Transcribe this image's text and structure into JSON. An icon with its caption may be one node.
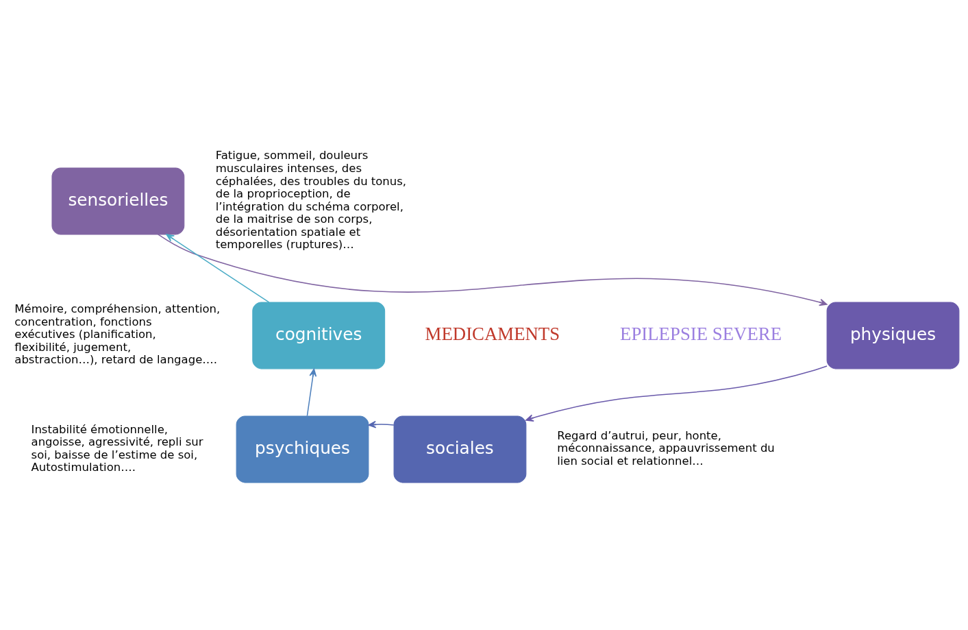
{
  "diagram": {
    "nodes": [
      {
        "text": [
          "sensorielles"
        ],
        "beside": [
          "Fatigue, sommeil, douleurs musculaires intenses, des céphalées, des troubles du tonus, de la proprioception, de l’intégration du schéma corporel, de la maitrise de son corps, désorientation spatiale et temporelles (ruptures)…"
        ]
      },
      {
        "text": [
          "physiques"
        ]
      },
      {
        "text": [
          "sociales"
        ],
        "beside": [
          "Regard d’autrui, peur, honte, méconnaissance, appauvrissement du lien social et relationnel…"
        ]
      },
      {
        "text": [
          "psychiques"
        ],
        "beside": [
          "Instabilité émotionnelle, angoisse, agressivité, repli sur soi, baisse de l’estime de soi, Autostimulation…."
        ]
      },
      {
        "text": [
          "cognitives"
        ],
        "beside": [
          "Mémoire, compréhension, attention, concentration, fonctions exécutives (planification, flexibilité, jugement, abstraction…), retard de langage…."
        ]
      }
    ],
    "edges": [
      {
        "from": 0,
        "to": 1,
        "arrow": "to",
        "color": "#8064a2"
      },
      {
        "from": 1,
        "to": 2,
        "arrow": "to",
        "color": "#6a5aab"
      },
      {
        "from": 2,
        "to": 3,
        "arrow": "to",
        "color": "#5566b0"
      },
      {
        "from": 3,
        "to": 4,
        "arrow": "to",
        "color": "#4f81bd"
      },
      {
        "from": 4,
        "to": 0,
        "arrow": "to",
        "color": "#4bacc6"
      }
    ],
    "labels": [
      "MEDICAMENTS",
      "EPILEPSIE SEVERE"
    ]
  }
}
